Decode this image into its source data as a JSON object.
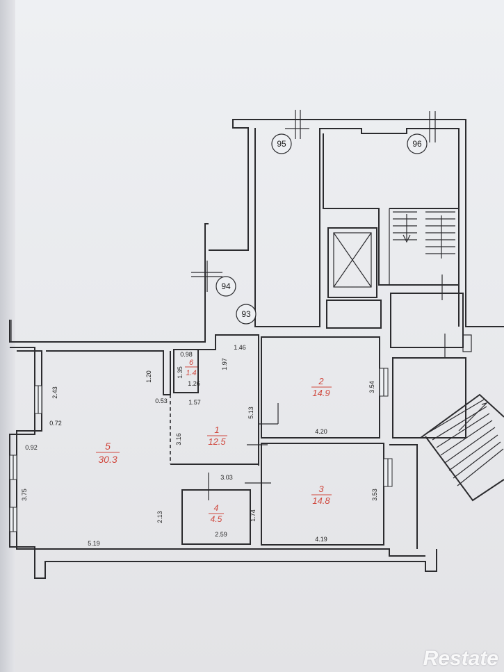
{
  "rooms": [
    {
      "number": "1",
      "area": "12.5"
    },
    {
      "number": "2",
      "area": "14.9"
    },
    {
      "number": "3",
      "area": "14.8"
    },
    {
      "number": "4",
      "area": "4.5"
    },
    {
      "number": "5",
      "area": "30.3"
    },
    {
      "number": "6",
      "area": "1.4"
    }
  ],
  "axis_markers": [
    "95",
    "96",
    "94",
    "93"
  ],
  "dimensions": {
    "d146": "1.46",
    "d098": "0.98",
    "d135": "1.35",
    "d126": "1.26",
    "d197": "1.97",
    "d120": "1.20",
    "d243": "2.43",
    "d072": "0.72",
    "d092": "0.92",
    "d053": "0.53",
    "d157": "1.57",
    "d316": "3.16",
    "d513": "5.13",
    "d420": "4.20",
    "d354": "3.54",
    "d375": "3.75",
    "d213": "2.13",
    "d303": "3.03",
    "d174": "1.74",
    "d259": "2.59",
    "d519": "5.19",
    "d419": "4.19",
    "d353": "3.53"
  },
  "watermark": "Restate"
}
